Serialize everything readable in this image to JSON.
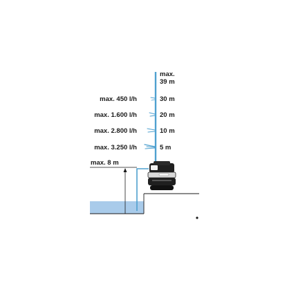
{
  "colors": {
    "pipe": "#4ea0cf",
    "water": "#a9cbea",
    "ink": "#1a1a1a",
    "pump_dark": "#1f1f1f"
  },
  "icons": {
    "pump": "garden-pump-icon",
    "water_drop": "water-spray-icon"
  },
  "height": {
    "top_line1": "max.",
    "top_line2": "39 m"
  },
  "flow_levels": [
    {
      "flow": "max. 450 l/h",
      "height": "30 m"
    },
    {
      "flow": "max. 1.600 l/h",
      "height": "20 m"
    },
    {
      "flow": "max. 2.800 l/h",
      "height": "10 m"
    },
    {
      "flow": "max. 3.250 l/h",
      "height": "5 m"
    }
  ],
  "suction": {
    "label": "max. 8 m"
  }
}
